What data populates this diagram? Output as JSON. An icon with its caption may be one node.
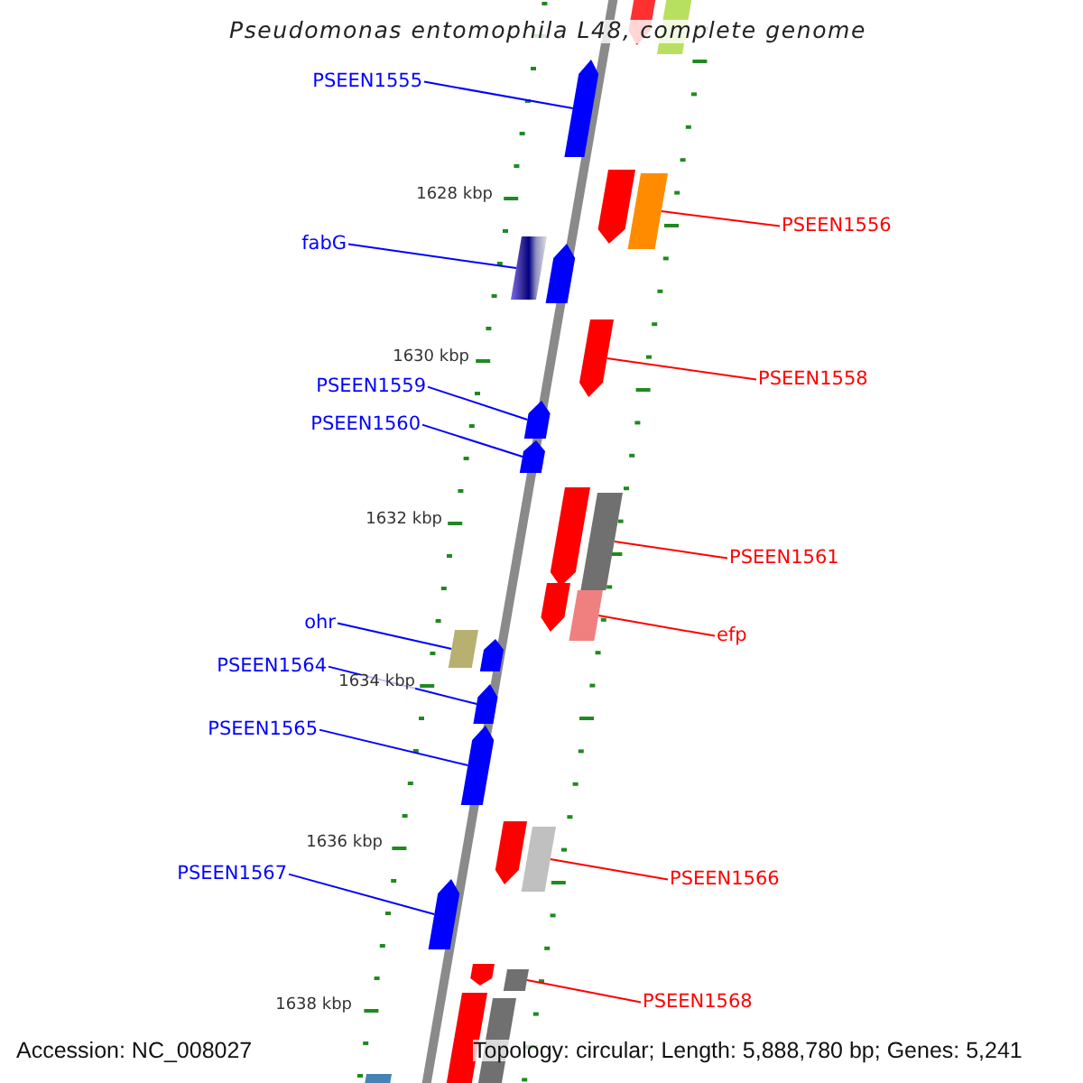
{
  "diagram": {
    "title": "Pseudomonas entomophila L48, complete genome",
    "nodes": [
      {
        "text": [
          "PSEEN1555"
        ]
      },
      {
        "text": [],
        "shape": "arrow"
      },
      {
        "text": [
          "PSEEN1556"
        ]
      },
      {
        "text": [],
        "shape": "bar"
      },
      {
        "text": [
          "fabG"
        ]
      },
      {
        "text": [],
        "shape": "bar"
      },
      {
        "text": [
          "PSEEN1558"
        ]
      },
      {
        "text": [],
        "shape": "arrow"
      },
      {
        "text": [
          "PSEEN1559"
        ]
      },
      {
        "text": [],
        "shape": "arrow"
      },
      {
        "text": [
          "PSEEN1560"
        ]
      },
      {
        "text": [],
        "shape": "arrow"
      },
      {
        "text": [
          "PSEEN1561"
        ]
      },
      {
        "text": [],
        "shape": "bar"
      },
      {
        "text": [
          "ohr"
        ]
      },
      {
        "text": [],
        "shape": "bar"
      },
      {
        "text": [
          "efp"
        ]
      },
      {
        "text": [],
        "shape": "bar"
      },
      {
        "text": [
          "PSEEN1564"
        ]
      },
      {
        "text": [],
        "shape": "arrow"
      },
      {
        "text": [
          "PSEEN1565"
        ]
      },
      {
        "text": [],
        "shape": "arrow"
      },
      {
        "text": [
          "PSEEN1566"
        ]
      },
      {
        "text": [],
        "shape": "bar"
      },
      {
        "text": [
          "PSEEN1567"
        ]
      },
      {
        "text": [],
        "shape": "arrow"
      },
      {
        "text": [
          "PSEEN1568"
        ]
      },
      {
        "text": [],
        "shape": "bar"
      },
      {
        "text": [],
        "shape": "arrow"
      },
      {
        "text": [],
        "shape": "bar"
      },
      {
        "text": [],
        "shape": "arrow"
      },
      {
        "text": [],
        "shape": "arrow"
      },
      {
        "text": [],
        "shape": "arrow"
      },
      {
        "text": [],
        "shape": "arrow"
      },
      {
        "text": [],
        "shape": "arrow"
      },
      {
        "text": [],
        "shape": "arrow"
      },
      {
        "text": [],
        "shape": "arrow"
      },
      {
        "text": [],
        "shape": "arrow"
      },
      {
        "text": [],
        "shape": "bar"
      },
      {
        "text": [],
        "shape": "bar"
      }
    ],
    "edges": [
      {
        "from": 0,
        "to": 1,
        "arrow": "none"
      },
      {
        "from": 2,
        "to": 3,
        "arrow": "none",
        "color": "#ff0000"
      },
      {
        "from": 4,
        "to": 5,
        "arrow": "none"
      },
      {
        "from": 6,
        "to": 7,
        "arrow": "none",
        "color": "#ff0000"
      },
      {
        "from": 8,
        "to": 9,
        "arrow": "none"
      },
      {
        "from": 10,
        "to": 11,
        "arrow": "none"
      },
      {
        "from": 12,
        "to": 13,
        "arrow": "none",
        "color": "#ff0000"
      },
      {
        "from": 14,
        "to": 15,
        "arrow": "none"
      },
      {
        "from": 16,
        "to": 17,
        "arrow": "none",
        "color": "#ff0000"
      },
      {
        "from": 18,
        "to": 19,
        "arrow": "none"
      },
      {
        "from": 20,
        "to": 21,
        "arrow": "none"
      },
      {
        "from": 22,
        "to": 23,
        "arrow": "none",
        "color": "#ff0000"
      },
      {
        "from": 24,
        "to": 25,
        "arrow": "none"
      },
      {
        "from": 26,
        "to": 27,
        "arrow": "none",
        "color": "#ff0000"
      }
    ],
    "labels": [
      "1628 kbp",
      "1630 kbp",
      "1632 kbp",
      "1634 kbp",
      "1636 kbp",
      "1638 kbp",
      "Accession: NC_008027",
      "Topology: circular; Length: 5,888,780 bp; Genes: 5,241"
    ]
  }
}
